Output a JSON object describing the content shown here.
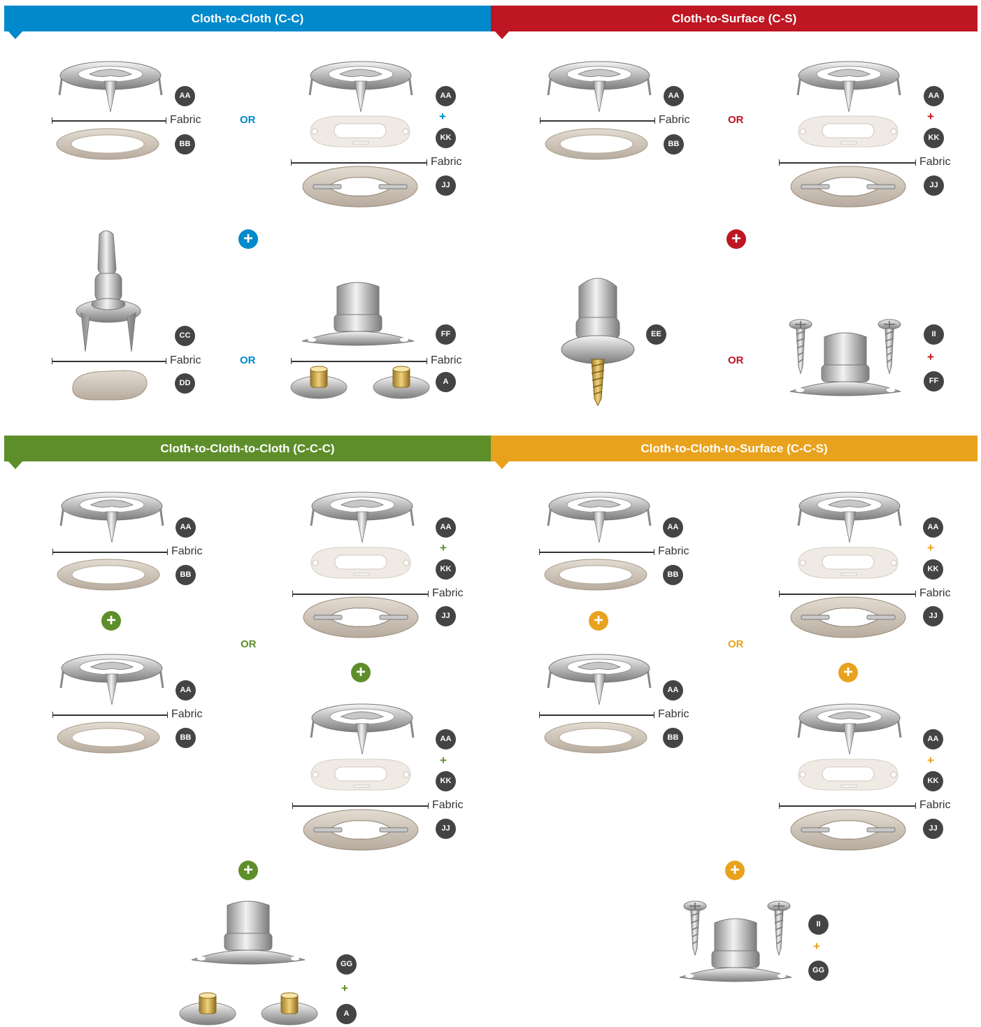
{
  "sections": [
    {
      "title": "Cloth-to-Cloth (C-C)",
      "color": "#0089cb"
    },
    {
      "title": "Cloth-to-Surface (C-S)",
      "color": "#be1622"
    },
    {
      "title": "Cloth-to-Cloth-to-Cloth (C-C-C)",
      "color": "#5e8e2a"
    },
    {
      "title": "Cloth-to-Cloth-to-Surface (C-C-S)",
      "color": "#e9a21d"
    }
  ],
  "labels": {
    "fabric": "Fabric",
    "or": "OR",
    "plus": "+"
  },
  "parts": {
    "AA": "AA",
    "BB": "BB",
    "CC": "CC",
    "DD": "DD",
    "EE": "EE",
    "FF": "FF",
    "GG": "GG",
    "II": "II",
    "JJ": "JJ",
    "KK": "KK",
    "A": "A"
  },
  "icons": [
    "eyelet-icon",
    "washer-icon",
    "plate-icon",
    "oval-plate-icon",
    "turn-button-icon",
    "stud-icon",
    "screw-stud-icon",
    "rivet-icon",
    "screw-icon",
    "backing-plate-icon"
  ]
}
